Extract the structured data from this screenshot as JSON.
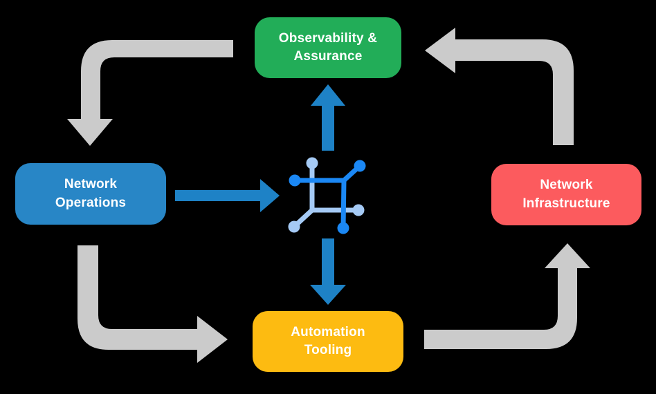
{
  "diagram": {
    "background_color": "#000000",
    "text_color": "#ffffff",
    "nodes": [
      {
        "id": "observability",
        "line1": "Observability &",
        "line2": "Assurance",
        "color": "#22ad58",
        "position": "top-center"
      },
      {
        "id": "operations",
        "line1": "Network",
        "line2": "Operations",
        "color": "#2886c6",
        "position": "middle-left"
      },
      {
        "id": "infrastructure",
        "line1": "Network",
        "line2": "Infrastructure",
        "color": "#fc5b5e",
        "position": "middle-right"
      },
      {
        "id": "automation",
        "line1": "Automation",
        "line2": "Tooling",
        "color": "#fdbb11",
        "position": "bottom-center"
      }
    ],
    "center_icon": {
      "name": "network-mesh-icon",
      "dark_color": "#1b88f5",
      "light_color": "#a5caf5"
    },
    "flows": {
      "outer_cycle_color": "#cbcbcb",
      "inner_arrow_color": "#1e82c6",
      "outer_cycle": [
        {
          "from": "observability",
          "to": "operations"
        },
        {
          "from": "operations",
          "to": "automation"
        },
        {
          "from": "automation",
          "to": "infrastructure"
        },
        {
          "from": "infrastructure",
          "to": "observability"
        }
      ],
      "inner_arrows": [
        {
          "from": "operations",
          "to": "center-icon"
        },
        {
          "from": "center-icon",
          "to": "observability"
        },
        {
          "from": "center-icon",
          "to": "automation"
        }
      ]
    }
  }
}
